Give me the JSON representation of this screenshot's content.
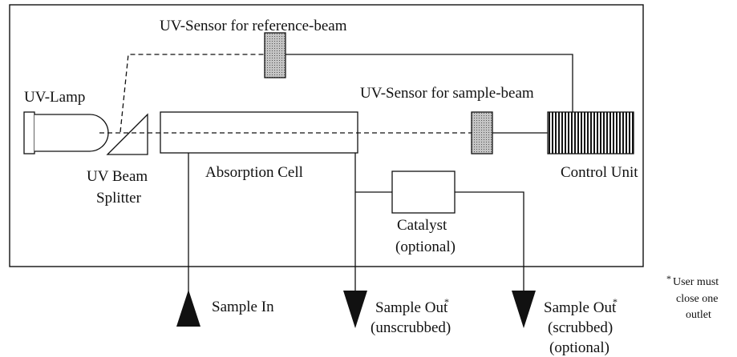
{
  "labels": {
    "uv_lamp": "UV-Lamp",
    "sensor_reference": "UV-Sensor for reference-beam",
    "sensor_sample": "UV-Sensor for sample-beam",
    "beam_splitter_line1": "UV Beam",
    "beam_splitter_line2": "Splitter",
    "absorption_cell": "Absorption Cell",
    "control_unit": "Control Unit",
    "catalyst_line1": "Catalyst",
    "catalyst_line2": "(optional)",
    "sample_in": "Sample In",
    "sample_out_unscrubbed_line1": "Sample Out",
    "sample_out_unscrubbed_line2": "(unscrubbed)",
    "sample_out_scrubbed_line1": "Sample Out",
    "sample_out_scrubbed_line2": "(scrubbed)",
    "sample_out_scrubbed_line3": "(optional)",
    "asterisk": "*",
    "note_line1": "User must",
    "note_line2": "close one",
    "note_line3": "outlet"
  },
  "colors": {
    "line": "#111111",
    "sensor_fill": "#bdbdbd",
    "background": "#ffffff"
  }
}
